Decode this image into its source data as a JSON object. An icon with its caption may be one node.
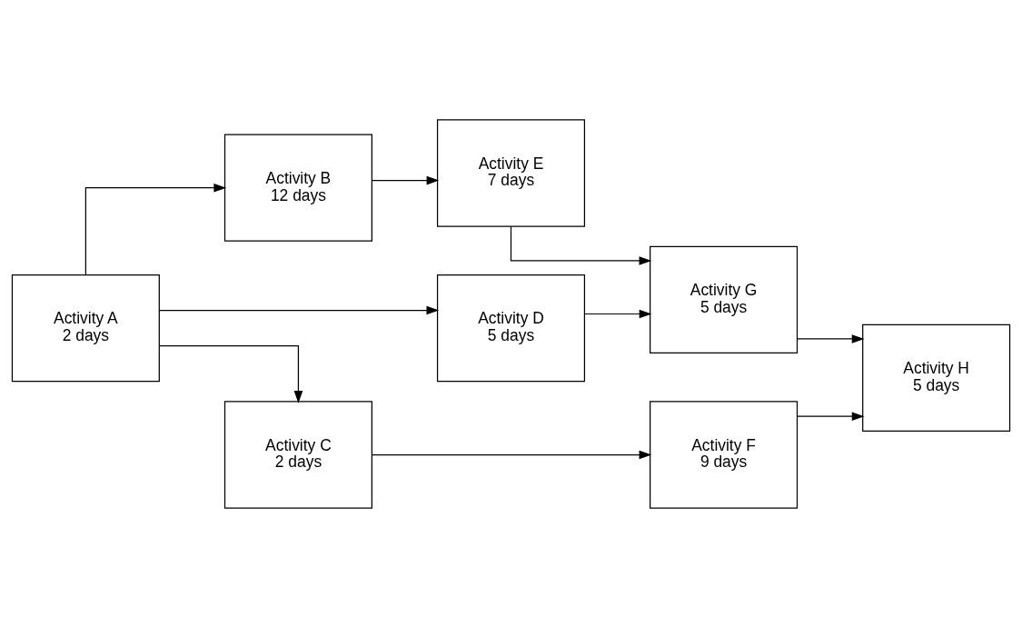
{
  "diagram": {
    "nodes": [
      {
        "text": [
          "Activity B",
          "12 days"
        ]
      },
      {
        "text": [
          "Activity E",
          "7 days"
        ]
      },
      {
        "text": [
          "Activity A",
          "2 days"
        ]
      },
      {
        "text": [
          "Activity D",
          "5 days"
        ]
      },
      {
        "text": [
          "Activity G",
          "5 days"
        ]
      },
      {
        "text": [
          "Activity H",
          "5 days"
        ]
      },
      {
        "text": [
          "Activity C",
          "2 days"
        ]
      },
      {
        "text": [
          "Activity F",
          "9 days"
        ]
      }
    ],
    "edges": [
      {
        "from": 2,
        "to": 0,
        "arrow": "to"
      },
      {
        "from": 2,
        "to": 3,
        "arrow": "to"
      },
      {
        "from": 2,
        "to": 6,
        "arrow": "to"
      },
      {
        "from": 0,
        "to": 1,
        "arrow": "to"
      },
      {
        "from": 1,
        "to": 4,
        "arrow": "to"
      },
      {
        "from": 3,
        "to": 4,
        "arrow": "to"
      },
      {
        "from": 4,
        "to": 5,
        "arrow": "to"
      },
      {
        "from": 6,
        "to": 7,
        "arrow": "to"
      },
      {
        "from": 7,
        "to": 5,
        "arrow": "to"
      }
    ]
  }
}
